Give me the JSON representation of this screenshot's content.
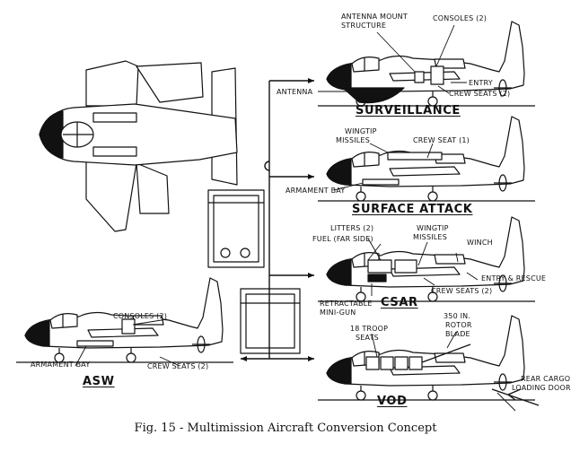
{
  "caption": "Fig. 15 - Multimission Aircraft Conversion Concept",
  "configs": {
    "surveillance": {
      "title": "SURVEILLANCE",
      "labels": {
        "antenna_mount_1": "ANTENNA MOUNT",
        "antenna_mount_2": "STRUCTURE",
        "consoles": "CONSOLES (2)",
        "entry": "ENTRY",
        "antenna": "ANTENNA",
        "crew_seats": "CREW SEATS (2)"
      }
    },
    "surface_attack": {
      "title": "SURFACE ATTACK",
      "labels": {
        "wingtip_1": "WINGTIP",
        "wingtip_2": "MISSILES",
        "crew_seat": "CREW SEAT (1)",
        "armament_bay": "ARMAMENT BAY"
      }
    },
    "csar": {
      "title": "CSAR",
      "labels": {
        "litters": "LITTERS (2)",
        "wingtip_1": "WINGTIP",
        "wingtip_2": "MISSILES",
        "fuel": "FUEL (FAR SIDE)",
        "winch": "WINCH",
        "entry_rescue": "ENTRY & RESCUE",
        "crew_seats": "CREW SEATS (2)",
        "minigun_1": "RETRACTABLE",
        "minigun_2": "MINI-GUN"
      }
    },
    "vod": {
      "title": "VOD",
      "labels": {
        "troop_1": "18 TROOP",
        "troop_2": "SEATS",
        "rotor_1": "350 IN.",
        "rotor_2": "ROTOR",
        "rotor_3": "BLADE",
        "cargo_1": "REAR CARGO",
        "cargo_2": "LOADING DOOR"
      }
    },
    "asw": {
      "title": "ASW",
      "labels": {
        "consoles": "CONSOLES (2)",
        "armament_bay": "ARMAMENT BAY",
        "crew_seats": "CREW SEATS (2)"
      }
    }
  }
}
